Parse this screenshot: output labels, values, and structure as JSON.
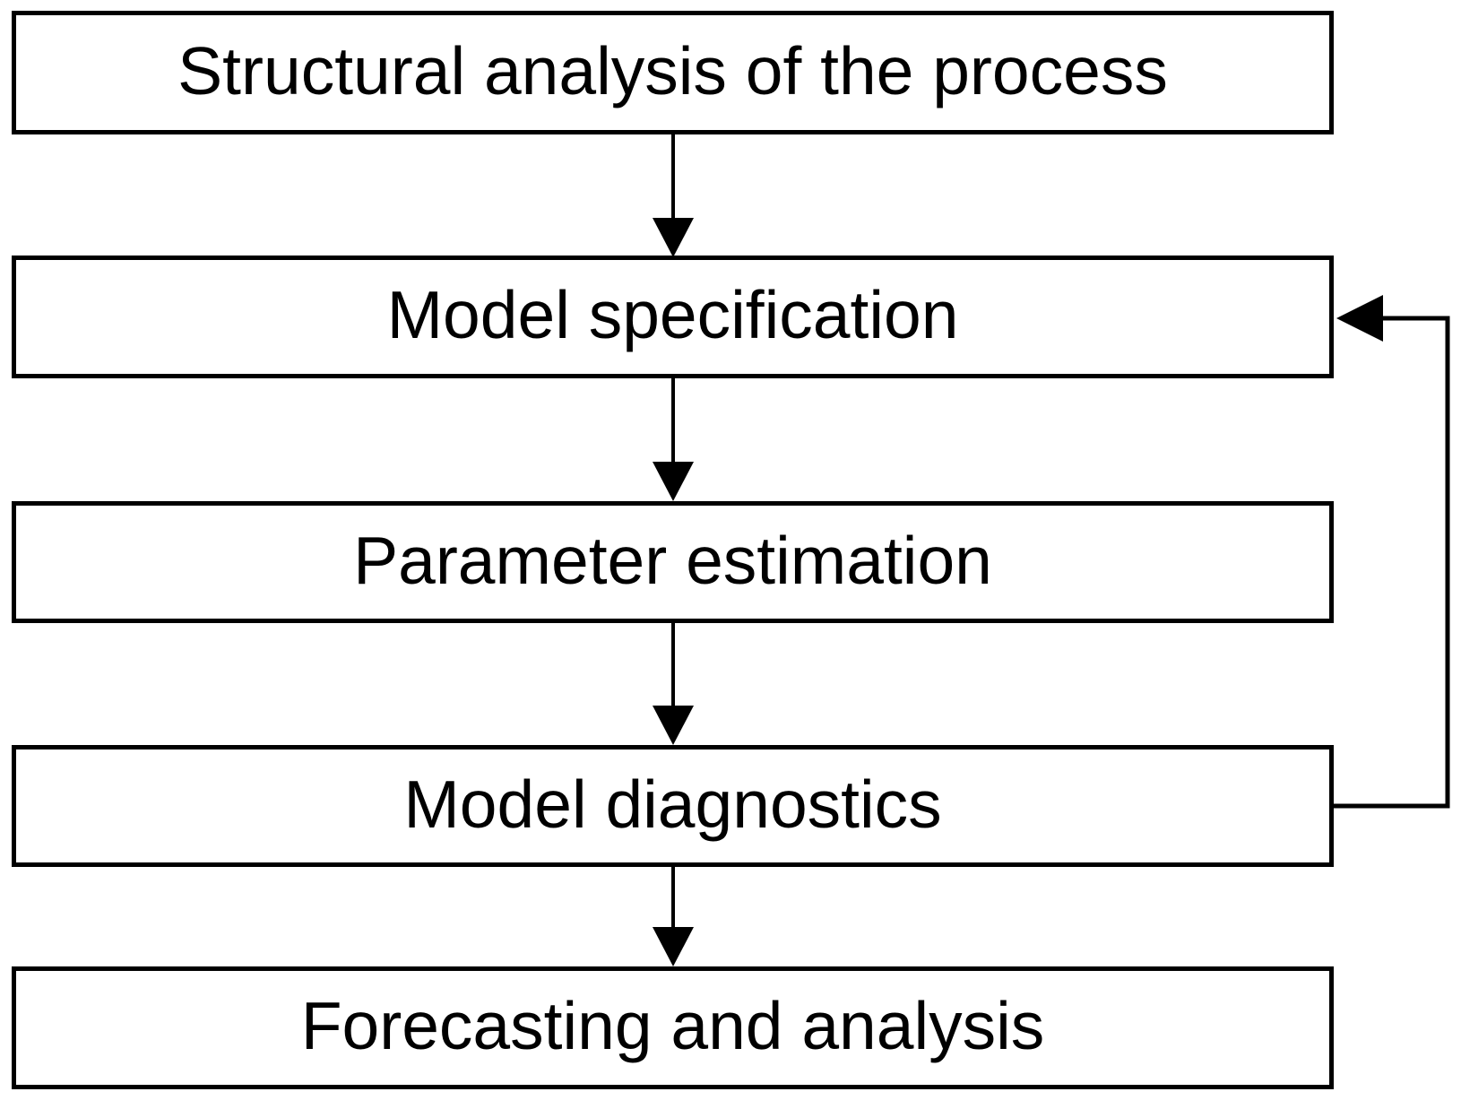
{
  "diagram": {
    "type": "flowchart",
    "background_color": "#ffffff",
    "line_color": "#000000",
    "box_fill_color": "#ffffff",
    "text_color": "#000000",
    "nodes": [
      {
        "id": "structural-analysis",
        "label": "Structural analysis of the process"
      },
      {
        "id": "model-specification",
        "label": "Model specification"
      },
      {
        "id": "parameter-estimation",
        "label": "Parameter estimation"
      },
      {
        "id": "model-diagnostics",
        "label": "Model diagnostics"
      },
      {
        "id": "forecasting-analysis",
        "label": "Forecasting and analysis"
      }
    ],
    "edges": [
      {
        "from": "structural-analysis",
        "to": "model-specification",
        "type": "forward-down"
      },
      {
        "from": "model-specification",
        "to": "parameter-estimation",
        "type": "forward-down"
      },
      {
        "from": "parameter-estimation",
        "to": "model-diagnostics",
        "type": "forward-down"
      },
      {
        "from": "model-diagnostics",
        "to": "forecasting-analysis",
        "type": "forward-down"
      },
      {
        "from": "model-diagnostics",
        "to": "model-specification",
        "type": "feedback-loop-right"
      }
    ]
  }
}
